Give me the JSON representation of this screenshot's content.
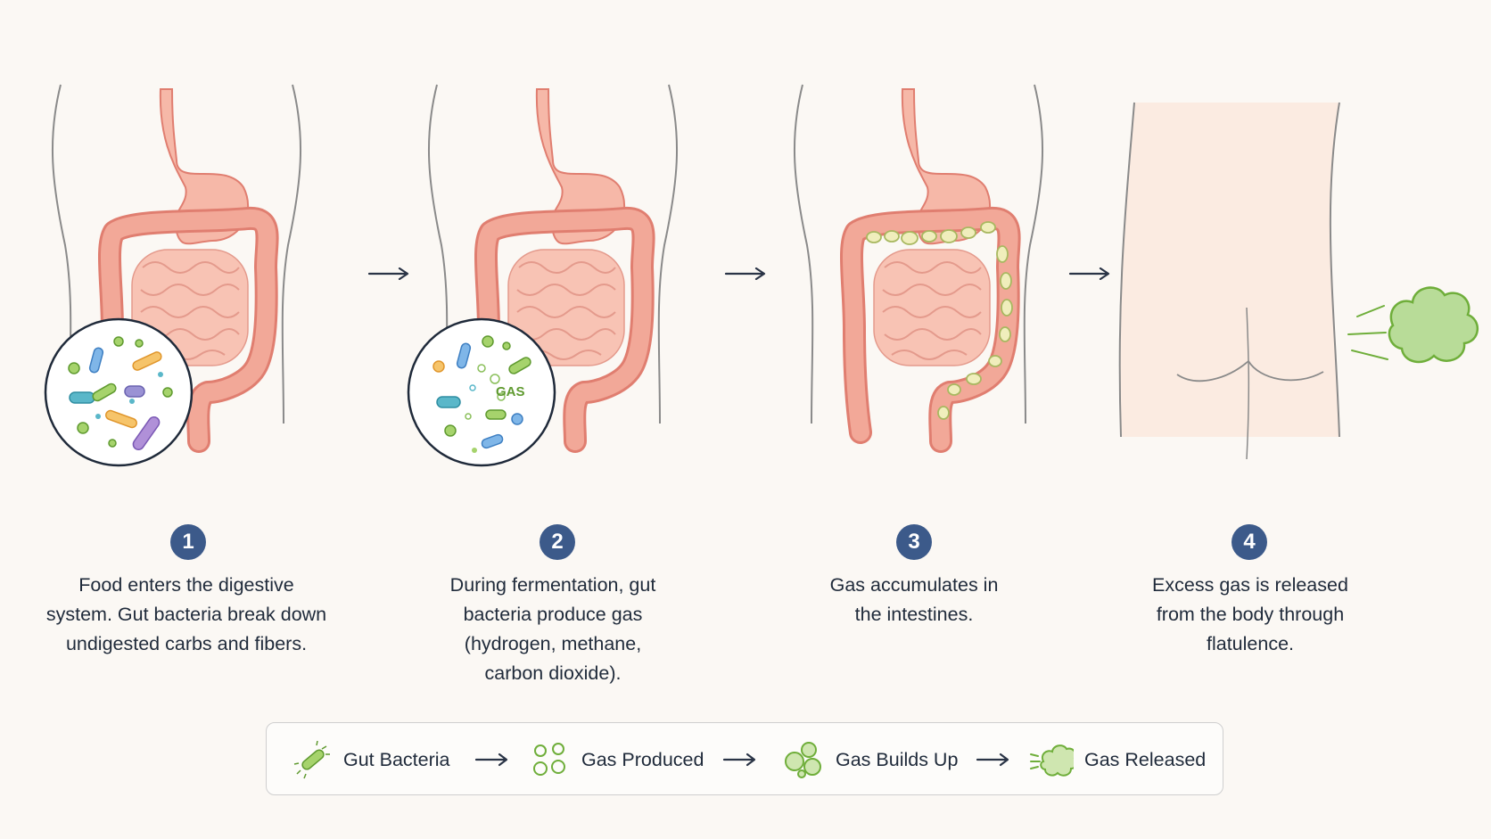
{
  "steps": [
    {
      "number": "1",
      "caption": "Food enters the digestive system. Gut bacteria break down undigested carbs and fibers."
    },
    {
      "number": "2",
      "caption": "During fermentation, gut bacteria produce gas (hydrogen, methane, carbon dioxide).",
      "bubble_label": "GAS"
    },
    {
      "number": "3",
      "caption": "Gas accumulates in the intestines."
    },
    {
      "number": "4",
      "caption": "Excess gas is released from the body through flatulence."
    }
  ],
  "legend": [
    {
      "label": "Gut Bacteria",
      "icon": "bacteria-icon"
    },
    {
      "label": "Gas Produced",
      "icon": "gas-bubbles-icon"
    },
    {
      "label": "Gas Builds Up",
      "icon": "gas-cluster-icon"
    },
    {
      "label": "Gas Released",
      "icon": "gas-cloud-icon"
    }
  ],
  "colors": {
    "badge": "#3c5a8a",
    "intestine": "#f2a898",
    "intestine_stroke": "#e07e70",
    "gas_green": "#6fae3a",
    "skin": "#fbe9df"
  }
}
